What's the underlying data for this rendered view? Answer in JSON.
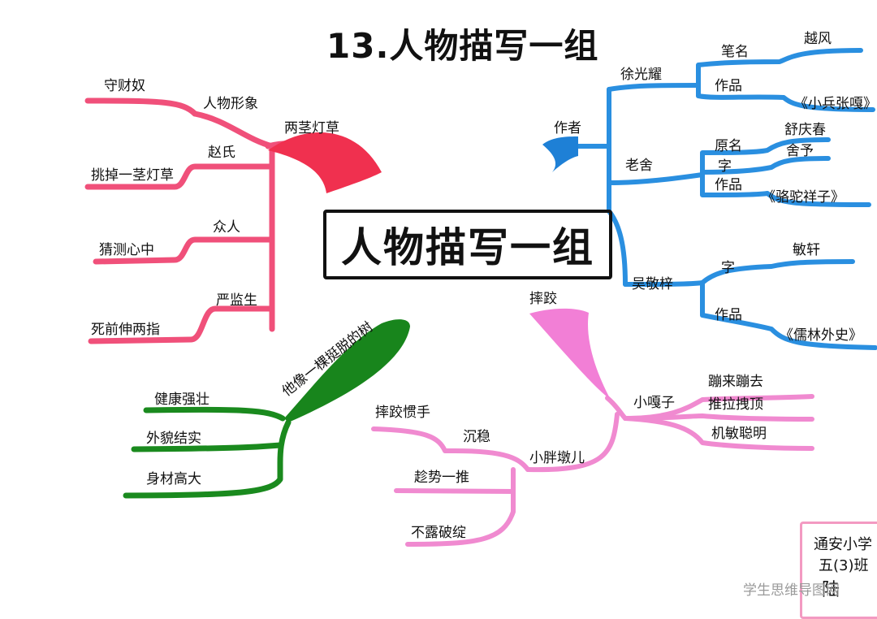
{
  "title": "13.人物描写一组",
  "center": "人物描写一组",
  "colors": {
    "red": "#f0507a",
    "blue": "#2a8fe0",
    "green": "#1a8a1e",
    "pink": "#f08ad0",
    "stamp": "#f39ac2"
  },
  "branches": {
    "red": {
      "main": "两茎灯草",
      "sub": [
        "人物形象",
        "赵氏",
        "众人",
        "严监生"
      ],
      "leaves": [
        "守财奴",
        "挑掉一茎灯草",
        "猜测心中",
        "死前伸两指"
      ]
    },
    "blue": {
      "main": "作者",
      "authors": [
        "徐光耀",
        "老舍",
        "吴敬梓"
      ],
      "xu": {
        "items": [
          "笔名",
          "作品"
        ],
        "values": [
          "越风",
          "《小兵张嘎》"
        ]
      },
      "laoshe": {
        "items": [
          "原名",
          "字",
          "作品"
        ],
        "values": [
          "舒庆春",
          "舍予",
          "《骆驼祥子》"
        ]
      },
      "wu": {
        "items": [
          "字",
          "作品"
        ],
        "values": [
          "敏轩",
          "《儒林外史》"
        ]
      }
    },
    "green": {
      "main": "他像一棵挺脱的树",
      "leaves": [
        "健康强壮",
        "外貌结实",
        "身材高大"
      ]
    },
    "pink": {
      "main": "摔跤",
      "sub": [
        "小嘎子",
        "小胖墩儿"
      ],
      "gazi": [
        "蹦来蹦去",
        "推拉拽顶",
        "机敏聪明"
      ],
      "pangdun": {
        "group": "沉稳",
        "items": [
          "摔跤惯手",
          "趁势一推"
        ],
        "extra": "不露破绽"
      }
    }
  },
  "stamp": {
    "school": "通安小学",
    "class": "五(3)班",
    "name": "陆"
  },
  "watermark": "学生思维导图网"
}
